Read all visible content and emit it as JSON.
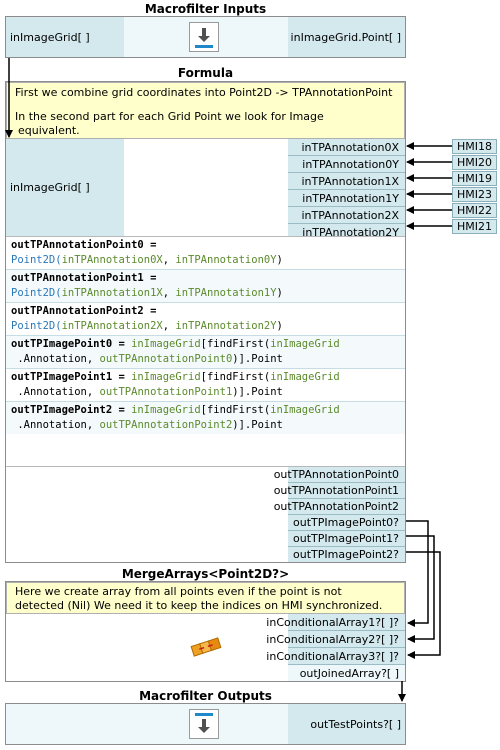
{
  "inputs": {
    "header": "Macrofilter Inputs",
    "left_port": "inImageGrid[ ]",
    "right_port": "inImageGrid.Point[ ]",
    "icon": "input-arrow-icon"
  },
  "formula": {
    "header": "Formula",
    "comment_line1": "First we combine grid coordinates into Point2D -> TPAnnotationPoint",
    "comment_line2": "In the second part for each Grid Point we look for Image",
    "comment_line3": "equivalent.",
    "left_port": "inImageGrid[ ]",
    "input_ports": [
      "inTPAnnotation0X",
      "inTPAnnotation0Y",
      "inTPAnnotation1X",
      "inTPAnnotation1Y",
      "inTPAnnotation2X",
      "inTPAnnotation2Y"
    ],
    "hmi_labels": [
      "HMI18",
      "HMI20",
      "HMI19",
      "HMI23",
      "HMI22",
      "HMI21"
    ],
    "expressions": [
      {
        "lhs": "outTPAnnotationPoint0 =",
        "fn": "Point2D(",
        "a": "inTPAnnotation0X",
        "sep": ", ",
        "b": "inTPAnnotation0Y",
        "end": ")"
      },
      {
        "lhs": "outTPAnnotationPoint1 =",
        "fn": "Point2D(",
        "a": "inTPAnnotation1X",
        "sep": ", ",
        "b": "inTPAnnotation1Y",
        "end": ")"
      },
      {
        "lhs": "outTPAnnotationPoint2 =",
        "fn": "Point2D(",
        "a": "inTPAnnotation2X",
        "sep": ", ",
        "b": "inTPAnnotation2Y",
        "end": ")"
      }
    ],
    "image_expressions": [
      {
        "lhs": "outTPImagePoint0 = ",
        "arr": "inImageGrid",
        "mid": "[findFirst(",
        "arr2": "inImageGrid",
        "cont": " .Annotation, ",
        "pt": "outTPAnnotationPoint0",
        "end": ")].Point"
      },
      {
        "lhs": "outTPImagePoint1 = ",
        "arr": "inImageGrid",
        "mid": "[findFirst(",
        "arr2": "inImageGrid",
        "cont": " .Annotation, ",
        "pt": "outTPAnnotationPoint1",
        "end": ")].Point"
      },
      {
        "lhs": "outTPImagePoint2 = ",
        "arr": "inImageGrid",
        "mid": "[findFirst(",
        "arr2": "inImageGrid",
        "cont": " .Annotation, ",
        "pt": "outTPAnnotationPoint2",
        "end": ")].Point"
      }
    ],
    "output_ports": [
      "outTPAnnotationPoint0",
      "outTPAnnotationPoint1",
      "outTPAnnotationPoint2",
      "outTPImagePoint0?",
      "outTPImagePoint1?",
      "outTPImagePoint2?"
    ]
  },
  "merge": {
    "header": "MergeArrays<Point2D?>",
    "comment_line1": "Here we create array from all points even if the point is not",
    "comment_line2": "detected (Nil) We need it to keep the indices on HMI synchronized.",
    "input_ports": [
      "inConditionalArray1?[ ]?",
      "inConditionalArray2?[ ]?",
      "inConditionalArray3?[ ]?"
    ],
    "output_port": "outJoinedArray?[ ]",
    "icon": "merge-arrays-icon"
  },
  "outputs": {
    "header": "Macrofilter Outputs",
    "right_port": "outTestPoints?[ ]",
    "icon": "output-arrow-icon"
  },
  "colors": {
    "port_bg": "#d4e9ee",
    "comment_bg": "#ffffcc",
    "function": "#2a78b8",
    "variable": "#5b8a2c"
  }
}
